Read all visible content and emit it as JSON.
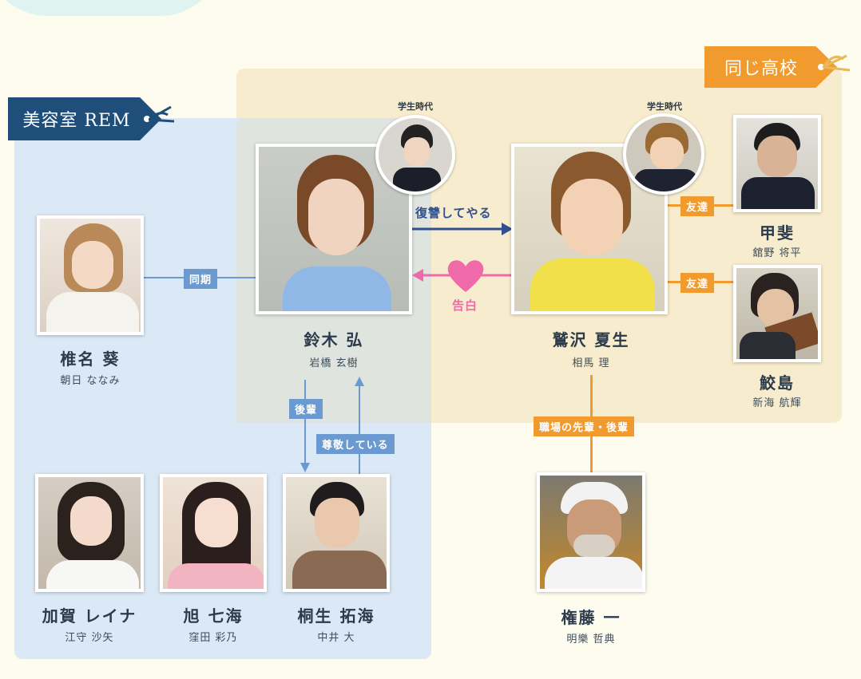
{
  "groups": {
    "rem": "美容室 REM",
    "school": "同じ高校"
  },
  "labels": {
    "student_era_1": "学生時代",
    "student_era_2": "学生時代"
  },
  "relations": {
    "revenge": "復讐してやる",
    "confess": "告白",
    "same_year": "同期",
    "junior": "後輩",
    "respect": "尊敬している",
    "work": "職場の先輩・後輩",
    "friend1": "友達",
    "friend2": "友達"
  },
  "people": {
    "suzuki": {
      "name": "鈴木 弘",
      "actor": "岩橋 玄樹"
    },
    "washizawa": {
      "name": "鷲沢 夏生",
      "actor": "相馬 理"
    },
    "shiina": {
      "name": "椎名 葵",
      "actor": "朝日 ななみ"
    },
    "kai": {
      "name": "甲斐",
      "actor": "舘野 将平"
    },
    "samejima": {
      "name": "鮫島",
      "actor": "新海 航輝"
    },
    "kaga": {
      "name": "加賀 レイナ",
      "actor": "江守 沙矢"
    },
    "asahi": {
      "name": "旭 七海",
      "actor": "窪田 彩乃"
    },
    "kiryu": {
      "name": "桐生 拓海",
      "actor": "中井 大"
    },
    "gondo": {
      "name": "権藤 一",
      "actor": "明樂 哲典"
    }
  },
  "colors": {
    "rem_region": "#dbe8f6",
    "school_region": "#f8ecce",
    "rem_tag": "#1f4e7a",
    "school_tag": "#f19a2e",
    "blue_arrow": "#2f4f8f",
    "pink_arrow": "#ee6aa8",
    "blue_label": "#6a9ad0",
    "orange_label": "#f19a2e"
  }
}
